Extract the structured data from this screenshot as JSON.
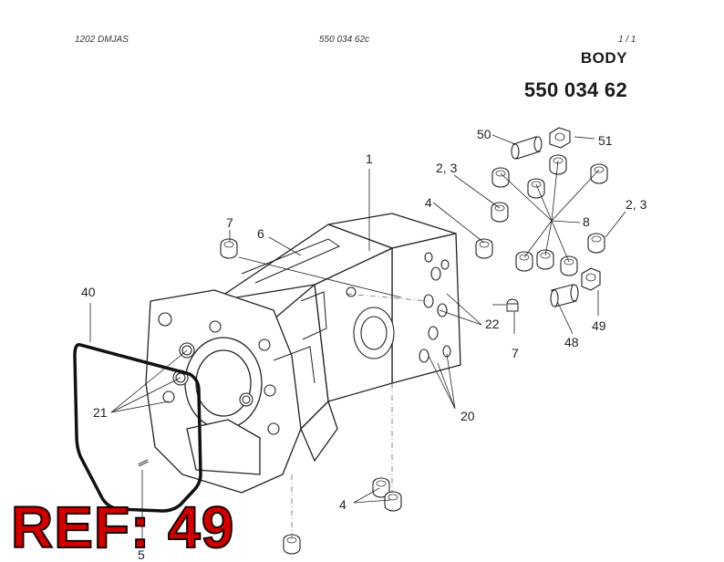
{
  "header": {
    "doc_code": "1202 DMJAS",
    "doc_number": "550 034 62c",
    "page_indicator": "1 /   1",
    "title": "BODY",
    "part_number": "550 034 62"
  },
  "callouts": {
    "c1": "1",
    "c2_3_left": "2, 3",
    "c2_3_right": "2, 3",
    "c4_top": "4",
    "c4_bottom": "4",
    "c5": "5",
    "c6": "6",
    "c7_left": "7",
    "c7_right": "7",
    "c8": "8",
    "c20": "20",
    "c21": "21",
    "c22": "22",
    "c40": "40",
    "c48": "48",
    "c49": "49",
    "c50": "50",
    "c51": "51"
  },
  "stamp": {
    "text": "REF: 49",
    "color": "#d00000"
  }
}
